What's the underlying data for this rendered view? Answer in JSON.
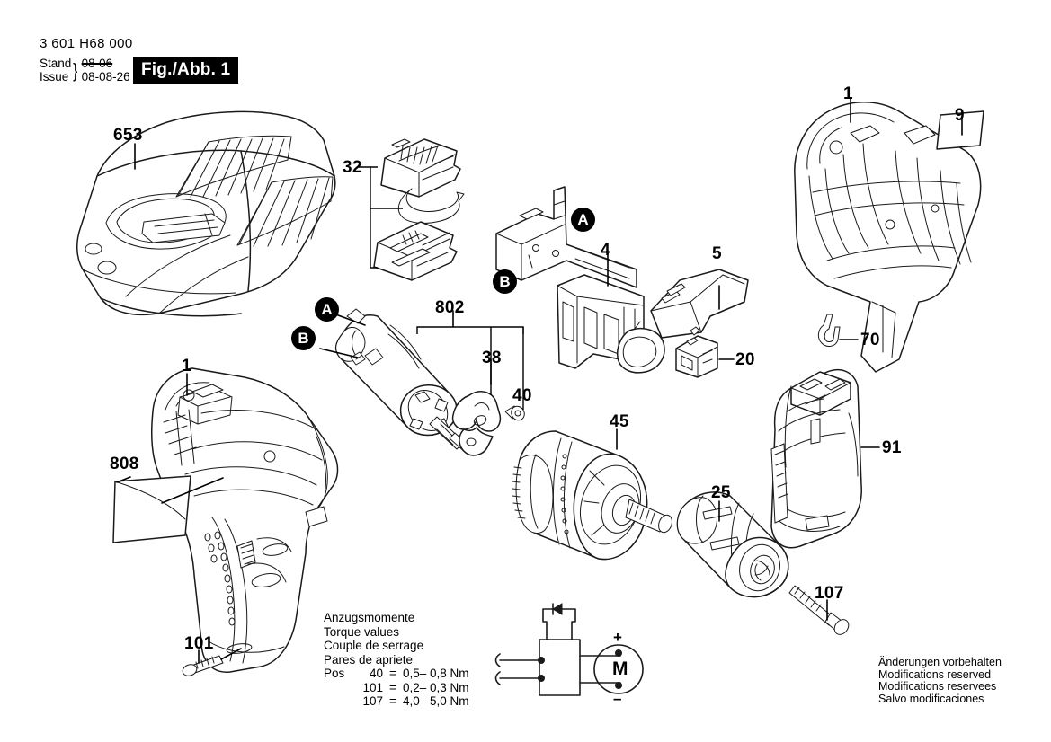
{
  "document": {
    "part_number": "3 601 H68 000",
    "stand_label": "Stand",
    "issue_label": "Issue",
    "stand_date": "08-06",
    "issue_date": "08-08-26",
    "figure_badge": "Fig./Abb. 1"
  },
  "part_labels": [
    {
      "id": "653",
      "text": "653"
    },
    {
      "id": "32",
      "text": "32"
    },
    {
      "id": "1-right",
      "text": "1"
    },
    {
      "id": "9",
      "text": "9"
    },
    {
      "id": "4",
      "text": "4"
    },
    {
      "id": "5",
      "text": "5"
    },
    {
      "id": "802",
      "text": "802"
    },
    {
      "id": "38",
      "text": "38"
    },
    {
      "id": "40",
      "text": "40"
    },
    {
      "id": "20",
      "text": "20"
    },
    {
      "id": "70",
      "text": "70"
    },
    {
      "id": "45",
      "text": "45"
    },
    {
      "id": "91",
      "text": "91"
    },
    {
      "id": "25",
      "text": "25"
    },
    {
      "id": "1-left",
      "text": "1"
    },
    {
      "id": "808",
      "text": "808"
    },
    {
      "id": "101",
      "text": "101"
    },
    {
      "id": "107",
      "text": "107"
    }
  ],
  "callouts": [
    {
      "id": "a-top",
      "text": "A"
    },
    {
      "id": "b-top",
      "text": "B"
    },
    {
      "id": "a-motor",
      "text": "A"
    },
    {
      "id": "b-motor",
      "text": "B"
    }
  ],
  "torque": {
    "headings": [
      "Anzugsmomente",
      "Torque values",
      "Couple de serrage",
      "Pares de apriete"
    ],
    "pos_label": "Pos",
    "rows": [
      {
        "pos": "40",
        "eq": "=",
        "value": "0,5– 0,8 Nm"
      },
      {
        "pos": "101",
        "eq": "=",
        "value": "0,2– 0,3 Nm"
      },
      {
        "pos": "107",
        "eq": "=",
        "value": "4,0– 5,0 Nm"
      }
    ]
  },
  "schematic": {
    "motor_symbol": "M",
    "plus_symbol": "+",
    "minus_symbol": "–"
  },
  "disclaimer": [
    "Änderungen vorbehalten",
    "Modifications reserved",
    "Modifications reservees",
    "Salvo modificaciones"
  ],
  "colors": {
    "background": "#ffffff",
    "ink": "#1a1a1a",
    "badge_bg": "#000000",
    "badge_fg": "#ffffff"
  }
}
